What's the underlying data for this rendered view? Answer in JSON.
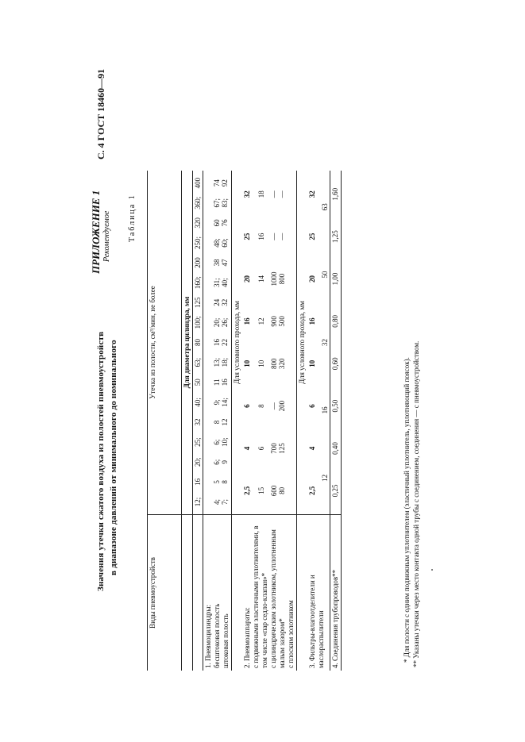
{
  "page_header": "С. 4 ГОСТ 18460—91",
  "appendix": {
    "title": "ПРИЛОЖЕНИЕ 1",
    "status": "Рекомендуемое"
  },
  "table_label": "Таблица 1",
  "caption": {
    "line1": "Значения утечки сжатого воздуха из полостей пневмоустройств",
    "line2": "в диапазоне давлений от минимального до номинального"
  },
  "table": {
    "col_device": "Виды пневмоустройств",
    "col_leak": "Утечка из полости, см³/мин, не более",
    "sub_cylinder": "Для диаметра цилиндра, мм",
    "sub_passage": "Для условного прохода, мм",
    "diameters": [
      "12; 16",
      "20; 25; 32",
      "40; 50",
      "63; 80",
      "100; 125",
      "160; 200",
      "250; 320",
      "360; 400"
    ],
    "diameters_detail": [
      "12;",
      "16",
      "20;",
      "25;",
      "32",
      "40;",
      "50",
      "63;",
      "80",
      "100;",
      "125",
      "160;",
      "200",
      "250;",
      "320",
      "360;",
      "400"
    ],
    "row1": {
      "label": "1. Пневмоцилиндры:",
      "sub1": "бесштоковая полость",
      "sub2": "штоковая полость",
      "values_a": [
        "4;",
        "5",
        "6;",
        "6;",
        "8",
        "9;",
        "11",
        "13;",
        "16",
        "20;",
        "24",
        "31;",
        "38",
        "48;",
        "60",
        "67;",
        "74"
      ],
      "values_b": [
        "7;",
        "8",
        "9",
        "10;",
        "12",
        "14;",
        "16",
        "18;",
        "22",
        "26;",
        "32",
        "40;",
        "47",
        "60;",
        "76",
        "83;",
        "92"
      ]
    },
    "row2": {
      "label": "2. Пневмоаппараты:",
      "sub1": "с подвижными эластичными уплотнителями, в том числе «пар седло-клапан»*",
      "sub2": "с цилиндрическим золотником, уплотненным малым зазором*",
      "sub3": "с плоским золотником",
      "passages": [
        "2,5",
        "4",
        "6",
        "10",
        "16",
        "20",
        "25",
        "32"
      ],
      "values_1": [
        "15",
        "6",
        "8",
        "10",
        "12",
        "14",
        "16",
        "18"
      ],
      "values_2": [
        "600",
        "700",
        "—",
        "800",
        "900",
        "1000",
        "—",
        "—"
      ],
      "values_3": [
        "80",
        "125",
        "200",
        "320",
        "500",
        "800",
        "—",
        "—"
      ]
    },
    "row3": {
      "label": "3. Фильтры-влагоотделители и маслораспылители",
      "passages": [
        "2,5",
        "4",
        "6",
        "10",
        "16",
        "20",
        "25",
        "32"
      ],
      "values": [
        "12",
        "16",
        "32",
        "50",
        "63"
      ]
    },
    "row4": {
      "label": "4. Соединения трубопроводов**",
      "values": [
        "0,25",
        "0,40",
        "0,50",
        "0,60",
        "0,80",
        "1,00",
        "1,25",
        "1,60"
      ]
    }
  },
  "footnotes": [
    "* Для полости с одним подвижным уплотнителем (эластичный уплотнитель, уплотняющий поясок).",
    "** Указаны утечки через место контакта одной трубы с соединением, соединения — с пневмоустройством."
  ]
}
